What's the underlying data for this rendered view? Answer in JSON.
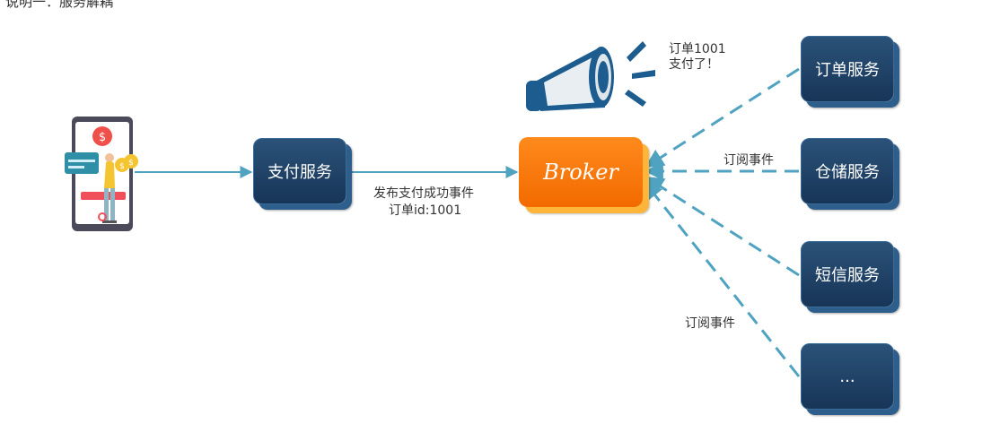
{
  "header": {
    "title": "说明一：服务解耦"
  },
  "nodes": {
    "payment": "支付服务",
    "broker": "Broker",
    "order": "订单服务",
    "storage": "仓储服务",
    "sms": "短信服务",
    "more": "..."
  },
  "edges": {
    "publish_line1": "发布支付成功事件",
    "publish_line2": "订单id:1001",
    "subscribe_top": "订阅事件",
    "subscribe_bottom": "订阅事件"
  },
  "announcement": {
    "line1": "订单1001",
    "line2": "支付了！"
  },
  "colors": {
    "service_box": "#1f4268",
    "broker_box": "#f77a0d",
    "arrow": "#4fa3c0"
  },
  "icons": [
    "payment-phone-icon",
    "megaphone-icon"
  ]
}
